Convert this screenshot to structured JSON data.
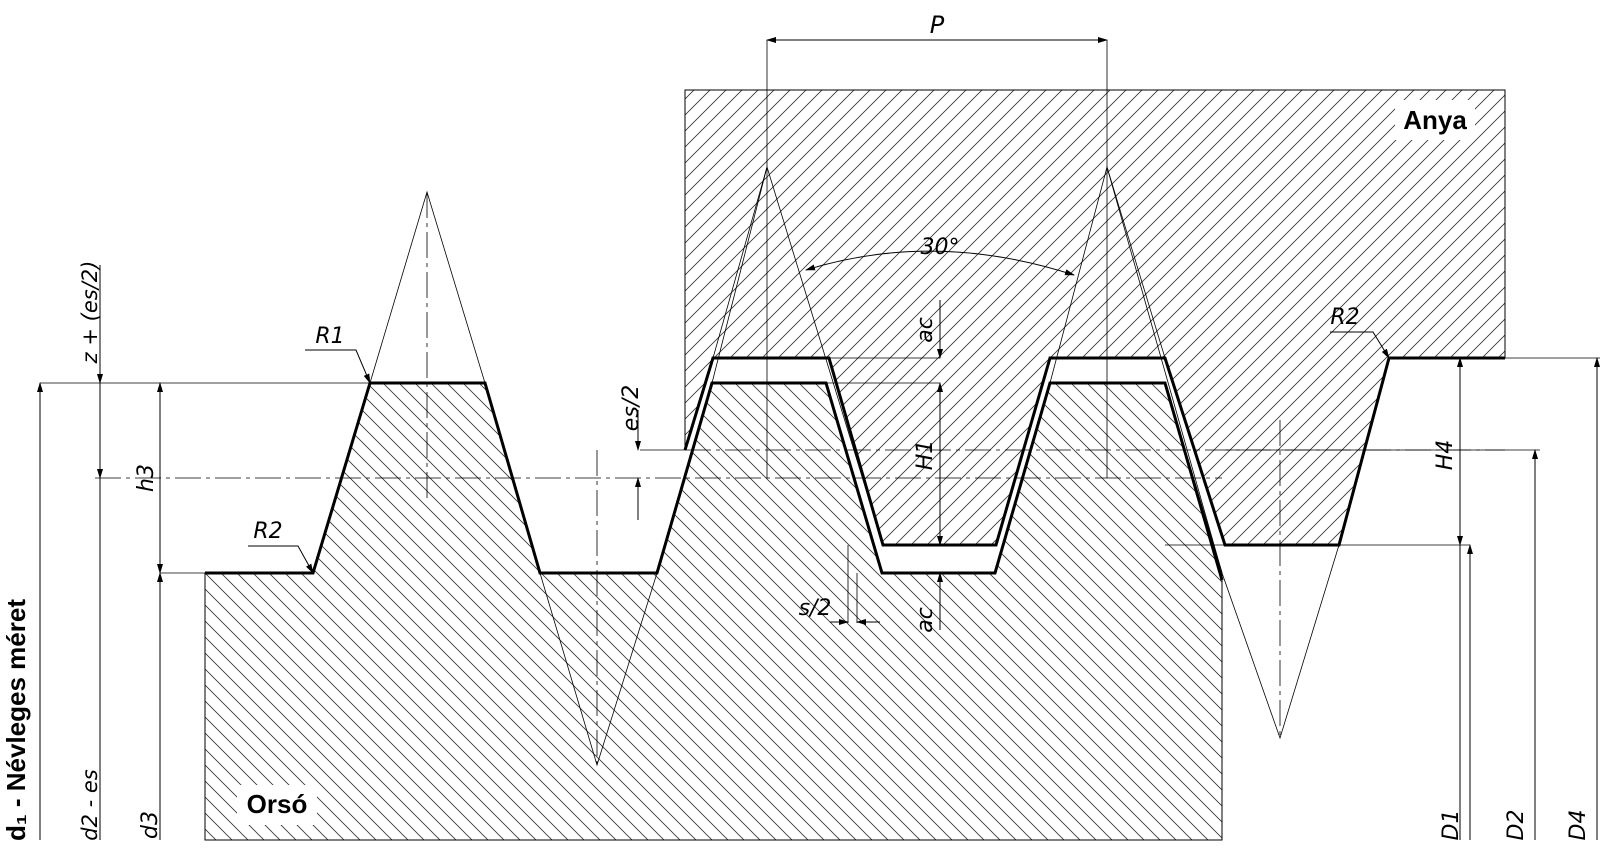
{
  "diagram": {
    "part_labels": {
      "nut": "Anya",
      "screw": "Orsó"
    },
    "nominal_size": "d₁ - Névleges méret",
    "dimensions": {
      "pitch": "P",
      "angle": "30°",
      "crest_clearance_top": "ac",
      "crest_clearance_bottom": "ac",
      "half_es": "es/2",
      "half_s": "s/2",
      "h1": "H1",
      "h4": "H4",
      "h3": "h3",
      "z_es": "z + (es/2)",
      "r1": "R1",
      "r2_left": "R2",
      "r2_right": "R2",
      "d2_es": "d2 - es",
      "d3": "d3",
      "D1": "D1",
      "D2": "D2",
      "D4": "D4"
    }
  }
}
